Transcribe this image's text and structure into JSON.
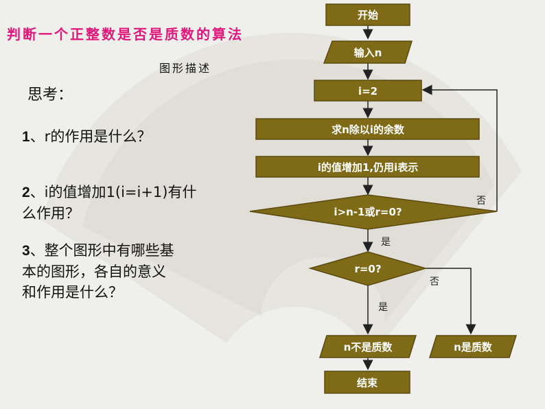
{
  "title": "判断一个正整数是否是质数的算法",
  "subtitle": "图形描述",
  "think_label": "思考：",
  "questions": [
    {
      "num": "1",
      "text": "、r的作用是什么？"
    },
    {
      "num": "2",
      "text": "、i的值增加1(i=i+1)有什么作用？"
    },
    {
      "num": "3",
      "text": "、整个图形中有哪些基本的图形，各自的意义和作用是什么？"
    }
  ],
  "flowchart": {
    "start": "开始",
    "input": "输入n",
    "init": "i=2",
    "remainder": "求n除以i的余数",
    "increment": "i的值增加1,仍用i表示",
    "cond1": "i>n-1或r=0?",
    "cond2": "r=0?",
    "out_not_prime": "n不是质数",
    "out_prime": "n是质数",
    "end": "结束",
    "label_no_1": "否",
    "label_yes_1": "是",
    "label_no_2": "否",
    "label_yes_2": "是"
  },
  "colors": {
    "box_fill": "#7f6b17",
    "box_stroke": "#5a4a10",
    "title": "#e0177a"
  }
}
